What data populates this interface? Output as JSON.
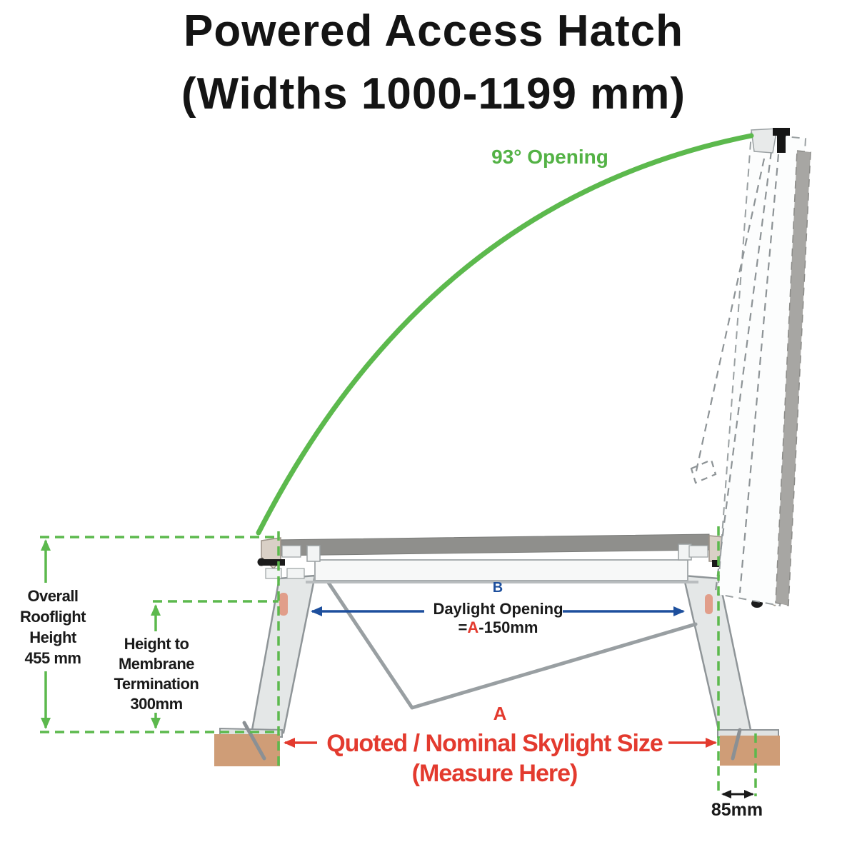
{
  "title": {
    "line1": "Powered Access Hatch",
    "line2": "(Widths 1000-1199 mm)"
  },
  "annotations": {
    "opening_angle": "93° Opening",
    "overall_height": "Overall\nRooflight\nHeight\n455 mm",
    "membrane_height": "Height to\nMembrane\nTermination\n300mm",
    "daylight": {
      "label": "B",
      "title": "Daylight Opening",
      "formula_eq": "=",
      "formula_var": "A",
      "formula_rest": "-150mm"
    },
    "skylight": {
      "label": "A",
      "title": "Quoted / Nominal Skylight Size",
      "subtitle": "(Measure Here)"
    },
    "kerb_width": "85mm"
  },
  "colors": {
    "dimension_green": "#5cb94d",
    "dimension_blue": "#1d4f9d",
    "dimension_red": "#e33a2e",
    "dimension_black": "#1a1a1a",
    "frame_fill": "#e4e7e7",
    "frame_outline": "#8f9598",
    "lid_dark_gray": "#8f8f8c",
    "open_lid_gray": "#a7a6a3",
    "kerb_timber_brown": "#cf9d77",
    "cap_beige": "#d9d0c6",
    "membrane_salmon": "#e09179"
  }
}
